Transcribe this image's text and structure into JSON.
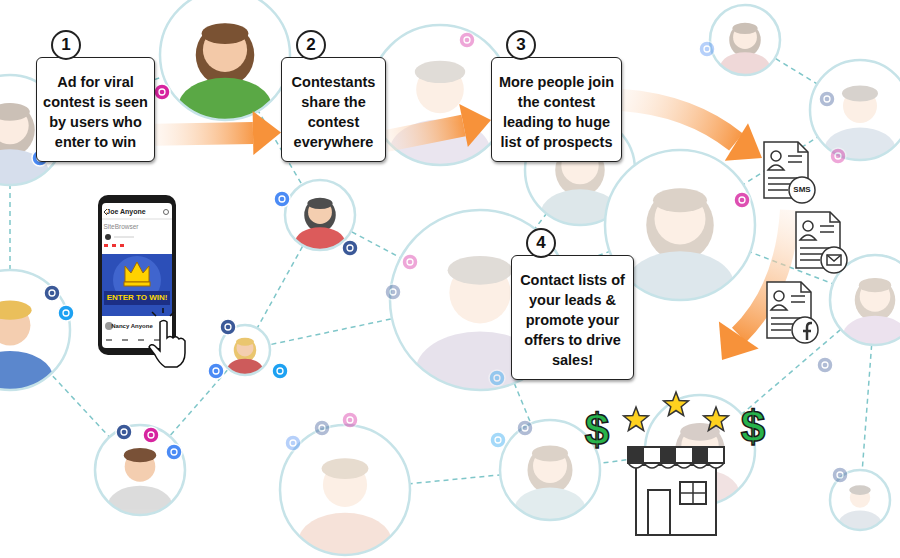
{
  "diagram": {
    "nodes": [
      {
        "text": [
          "1",
          "Ad for viral contest is seen by users who enter to win"
        ]
      },
      {
        "text": [
          "2",
          "Contestants share the contest everywhere"
        ]
      },
      {
        "text": [
          "3",
          "More people join the contest leading to huge list of prospects"
        ]
      },
      {
        "text": [
          "4",
          "Contact lists of your leads & promote your offers to drive sales!"
        ]
      }
    ],
    "edges": [
      {
        "from": 0,
        "to": 1,
        "arrow": "to"
      },
      {
        "from": 1,
        "to": 2,
        "arrow": "to"
      }
    ],
    "labels": [
      "Joe Anyone",
      "SiteBrowser",
      "ENTER TO WIN!",
      "Nancy Anyone",
      "SMS",
      "$",
      "$"
    ]
  }
}
